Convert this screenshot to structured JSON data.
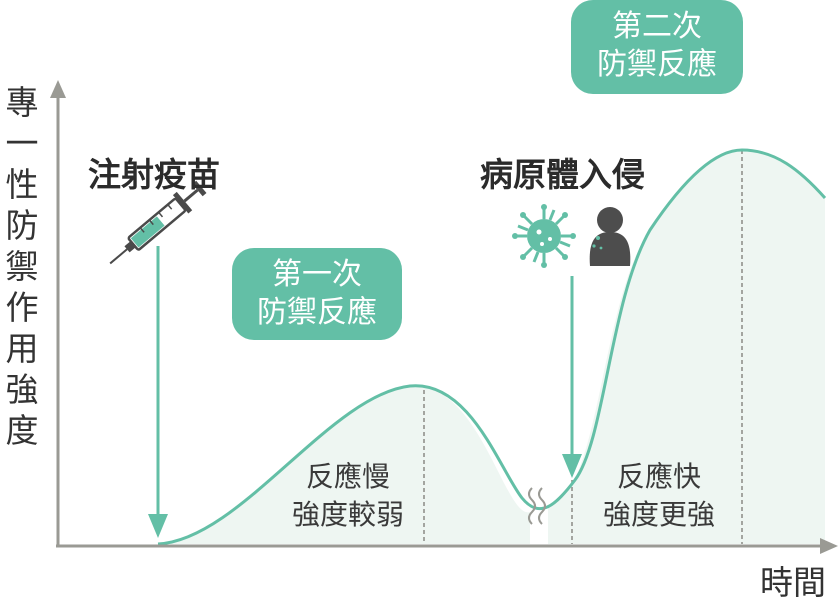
{
  "axes": {
    "y_label": "專一性防禦作用強度",
    "x_label": "時間"
  },
  "events": {
    "vaccine": "注射疫苗",
    "infection": "病原體入侵"
  },
  "bubbles": {
    "first": {
      "line1": "第一次",
      "line2": "防禦反應"
    },
    "second": {
      "line1": "第二次",
      "line2": "防禦反應"
    }
  },
  "notes": {
    "first": {
      "line1": "反應慢",
      "line2": "強度較弱"
    },
    "second": {
      "line1": "反應快",
      "line2": "強度更強"
    }
  },
  "colors": {
    "accent": "#63bfa6",
    "fill": "#eef6f2",
    "axis": "#9a9a94",
    "text": "#333333"
  },
  "icons": [
    "syringe-icon",
    "virus-icon",
    "person-icon"
  ]
}
